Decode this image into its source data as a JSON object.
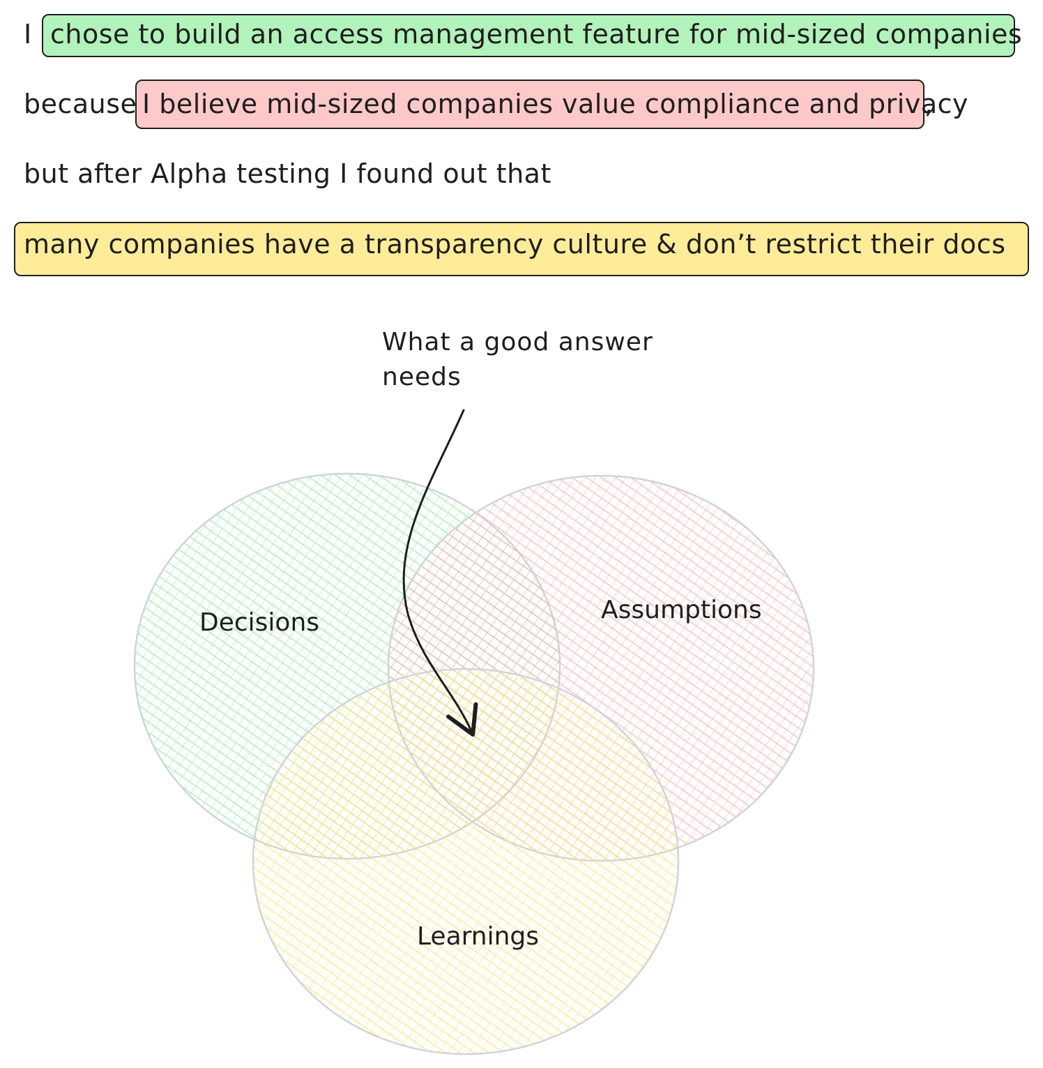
{
  "statement": {
    "line1_prefix": "I",
    "line1_highlight": "chose to build an access management feature for mid-sized companies",
    "line2_prefix": "because",
    "line2_highlight": "I believe mid-sized companies value compliance and privacy",
    "line2_suffix": ",",
    "line3": "but after Alpha testing I found out that",
    "line4_highlight": "many companies have a transparency culture & don’t restrict their docs"
  },
  "annotation": {
    "line1": "What a good answer",
    "line2": "needs"
  },
  "venn": {
    "circles": [
      {
        "label": "Decisions",
        "color": "#b2f2bb"
      },
      {
        "label": "Assumptions",
        "color": "#ffc9c9"
      },
      {
        "label": "Learnings",
        "color": "#ffec99"
      }
    ],
    "outline_color": "#ced4da"
  },
  "colors": {
    "green_highlight": "#b2f2bb",
    "red_highlight": "#ffc9c9",
    "yellow_highlight": "#ffec99",
    "ink": "#1e1e1e"
  }
}
